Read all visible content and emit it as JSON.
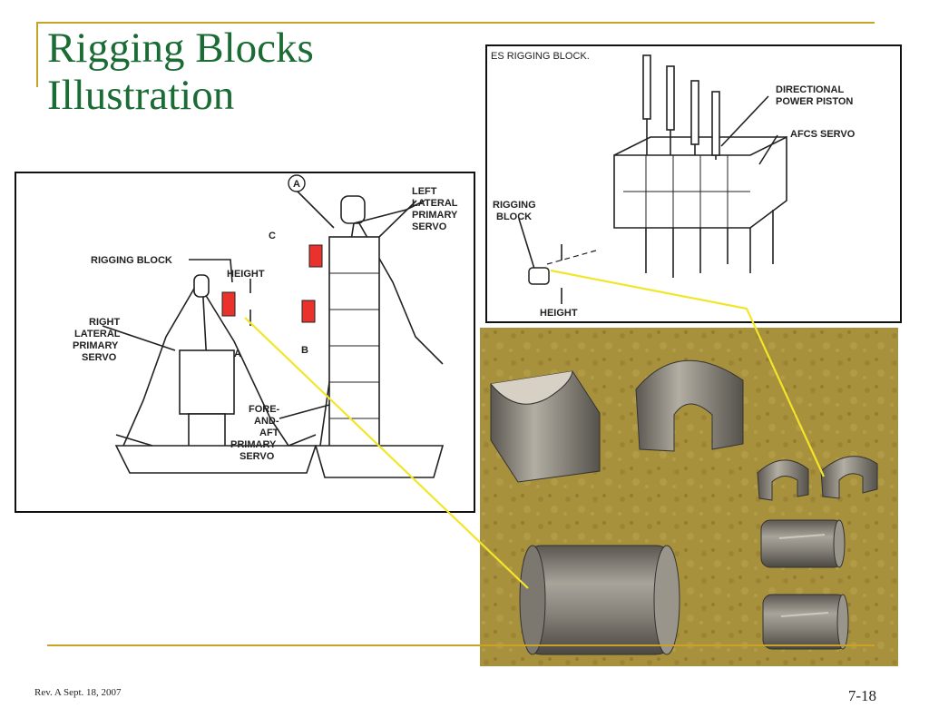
{
  "slide": {
    "title_line1": "Rigging Blocks",
    "title_line2": "Illustration",
    "footer_left": "Rev. A Sept. 18, 2007",
    "page_number": "7-18"
  },
  "left_diagram": {
    "labels": {
      "a": "A",
      "b": "B",
      "c": "C",
      "rigging_block": "RIGGING BLOCK",
      "height": "HEIGHT",
      "a_small": "A",
      "left1": "LEFT",
      "left2": "LATERAL",
      "left3": "PRIMARY",
      "left4": "SERVO",
      "right1": "RIGHT",
      "right2": "LATERAL",
      "right3": "PRIMARY",
      "right4": "SERVO",
      "fore1": "FORE-",
      "fore2": "AND-",
      "fore3": "AFT",
      "fore4": "PRIMARY",
      "fore5": "SERVO"
    }
  },
  "right_diagram": {
    "labels": {
      "title": "ES RIGGING BLOCK.",
      "dir1": "DIRECTIONAL",
      "dir2": "POWER PISTON",
      "afcs": "AFCS SERVO",
      "rig1": "RIGGING",
      "rig2": "BLOCK",
      "height": "HEIGHT"
    }
  },
  "colors": {
    "title_green": "#1b6b35",
    "rule_gold": "#c9a227",
    "highlight_red": "#e8322b",
    "callout_yellow": "#f2e52a"
  }
}
